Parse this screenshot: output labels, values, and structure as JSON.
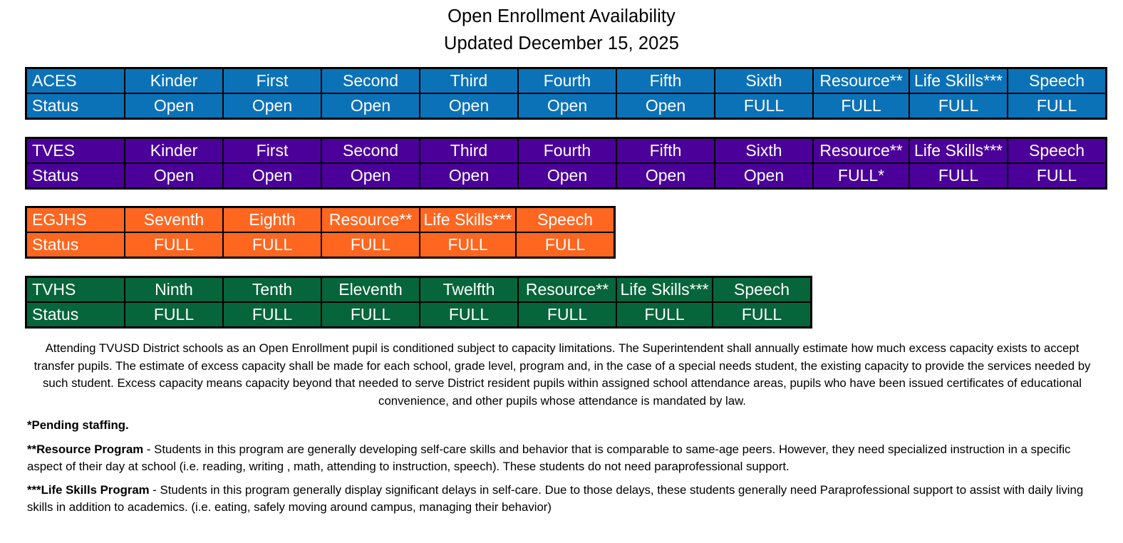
{
  "header": {
    "title": "Open Enrollment Availability",
    "updated": "Updated December 15, 2025"
  },
  "colors": {
    "aces": "#0b72b8",
    "tves": "#4b0099",
    "egjhs": "#ff6620",
    "tvhs": "#06653a",
    "border": "#000000",
    "text_on_fill": "#ffffff"
  },
  "tables": [
    {
      "key": "aces",
      "school": "ACES",
      "status_label": "Status",
      "theme": "theme-blue",
      "columns": [
        "Kinder",
        "First",
        "Second",
        "Third",
        "Fourth",
        "Fifth",
        "Sixth",
        "Resource**",
        "Life Skills***",
        "Speech"
      ],
      "statuses": [
        "Open",
        "Open",
        "Open",
        "Open",
        "Open",
        "Open",
        "FULL",
        "FULL",
        "FULL",
        "FULL"
      ]
    },
    {
      "key": "tves",
      "school": "TVES",
      "status_label": "Status",
      "theme": "theme-purple",
      "columns": [
        "Kinder",
        "First",
        "Second",
        "Third",
        "Fourth",
        "Fifth",
        "Sixth",
        "Resource**",
        "Life Skills***",
        "Speech"
      ],
      "statuses": [
        "Open",
        "Open",
        "Open",
        "Open",
        "Open",
        "Open",
        "Open",
        "FULL*",
        "FULL",
        "FULL"
      ]
    },
    {
      "key": "egjhs",
      "school": "EGJHS",
      "status_label": "Status",
      "theme": "theme-orange",
      "columns": [
        "Seventh",
        "Eighth",
        "Resource**",
        "Life Skills***",
        "Speech"
      ],
      "statuses": [
        "FULL",
        "FULL",
        "FULL",
        "FULL",
        "FULL"
      ]
    },
    {
      "key": "tvhs",
      "school": "TVHS",
      "status_label": "Status",
      "theme": "theme-green",
      "columns": [
        "Ninth",
        "Tenth",
        "Eleventh",
        "Twelfth",
        "Resource**",
        "Life Skills***",
        "Speech"
      ],
      "statuses": [
        "FULL",
        "FULL",
        "FULL",
        "FULL",
        "FULL",
        "FULL",
        "FULL"
      ]
    }
  ],
  "body": {
    "main_paragraph": "Attending TVUSD District schools as an Open Enrollment pupil is conditioned subject to capacity limitations. The Superintendent shall annually estimate how much excess capacity exists to accept transfer pupils. The estimate of excess capacity shall be made for each school, grade level, program and, in the case of a special needs student, the existing capacity to provide the services needed by such student. Excess capacity means capacity beyond that needed to serve District resident pupils within assigned school attendance areas, pupils who have been issued certificates of educational convenience, and other pupils whose attendance is mandated by law.",
    "note_pending": "*Pending staffing.",
    "note_resource_marker": "**",
    "note_resource_title": "Resource Program",
    "note_resource_text": " - Students in this program are generally developing self-care skills and behavior that is comparable to same-age peers. However, they need specialized instruction in a specific aspect of their day at school (i.e. reading, writing , math, attending to instruction, speech). These students do not need paraprofessional support.",
    "note_lifeskills_marker": "***",
    "note_lifeskills_title": "Life Skills Program",
    "note_lifeskills_text": " - Students in this program generally display significant delays in self-care. Due to those delays, these students generally need Paraprofessional support to assist with daily living skills in addition to academics. (i.e. eating, safely moving around campus, managing their behavior)"
  }
}
